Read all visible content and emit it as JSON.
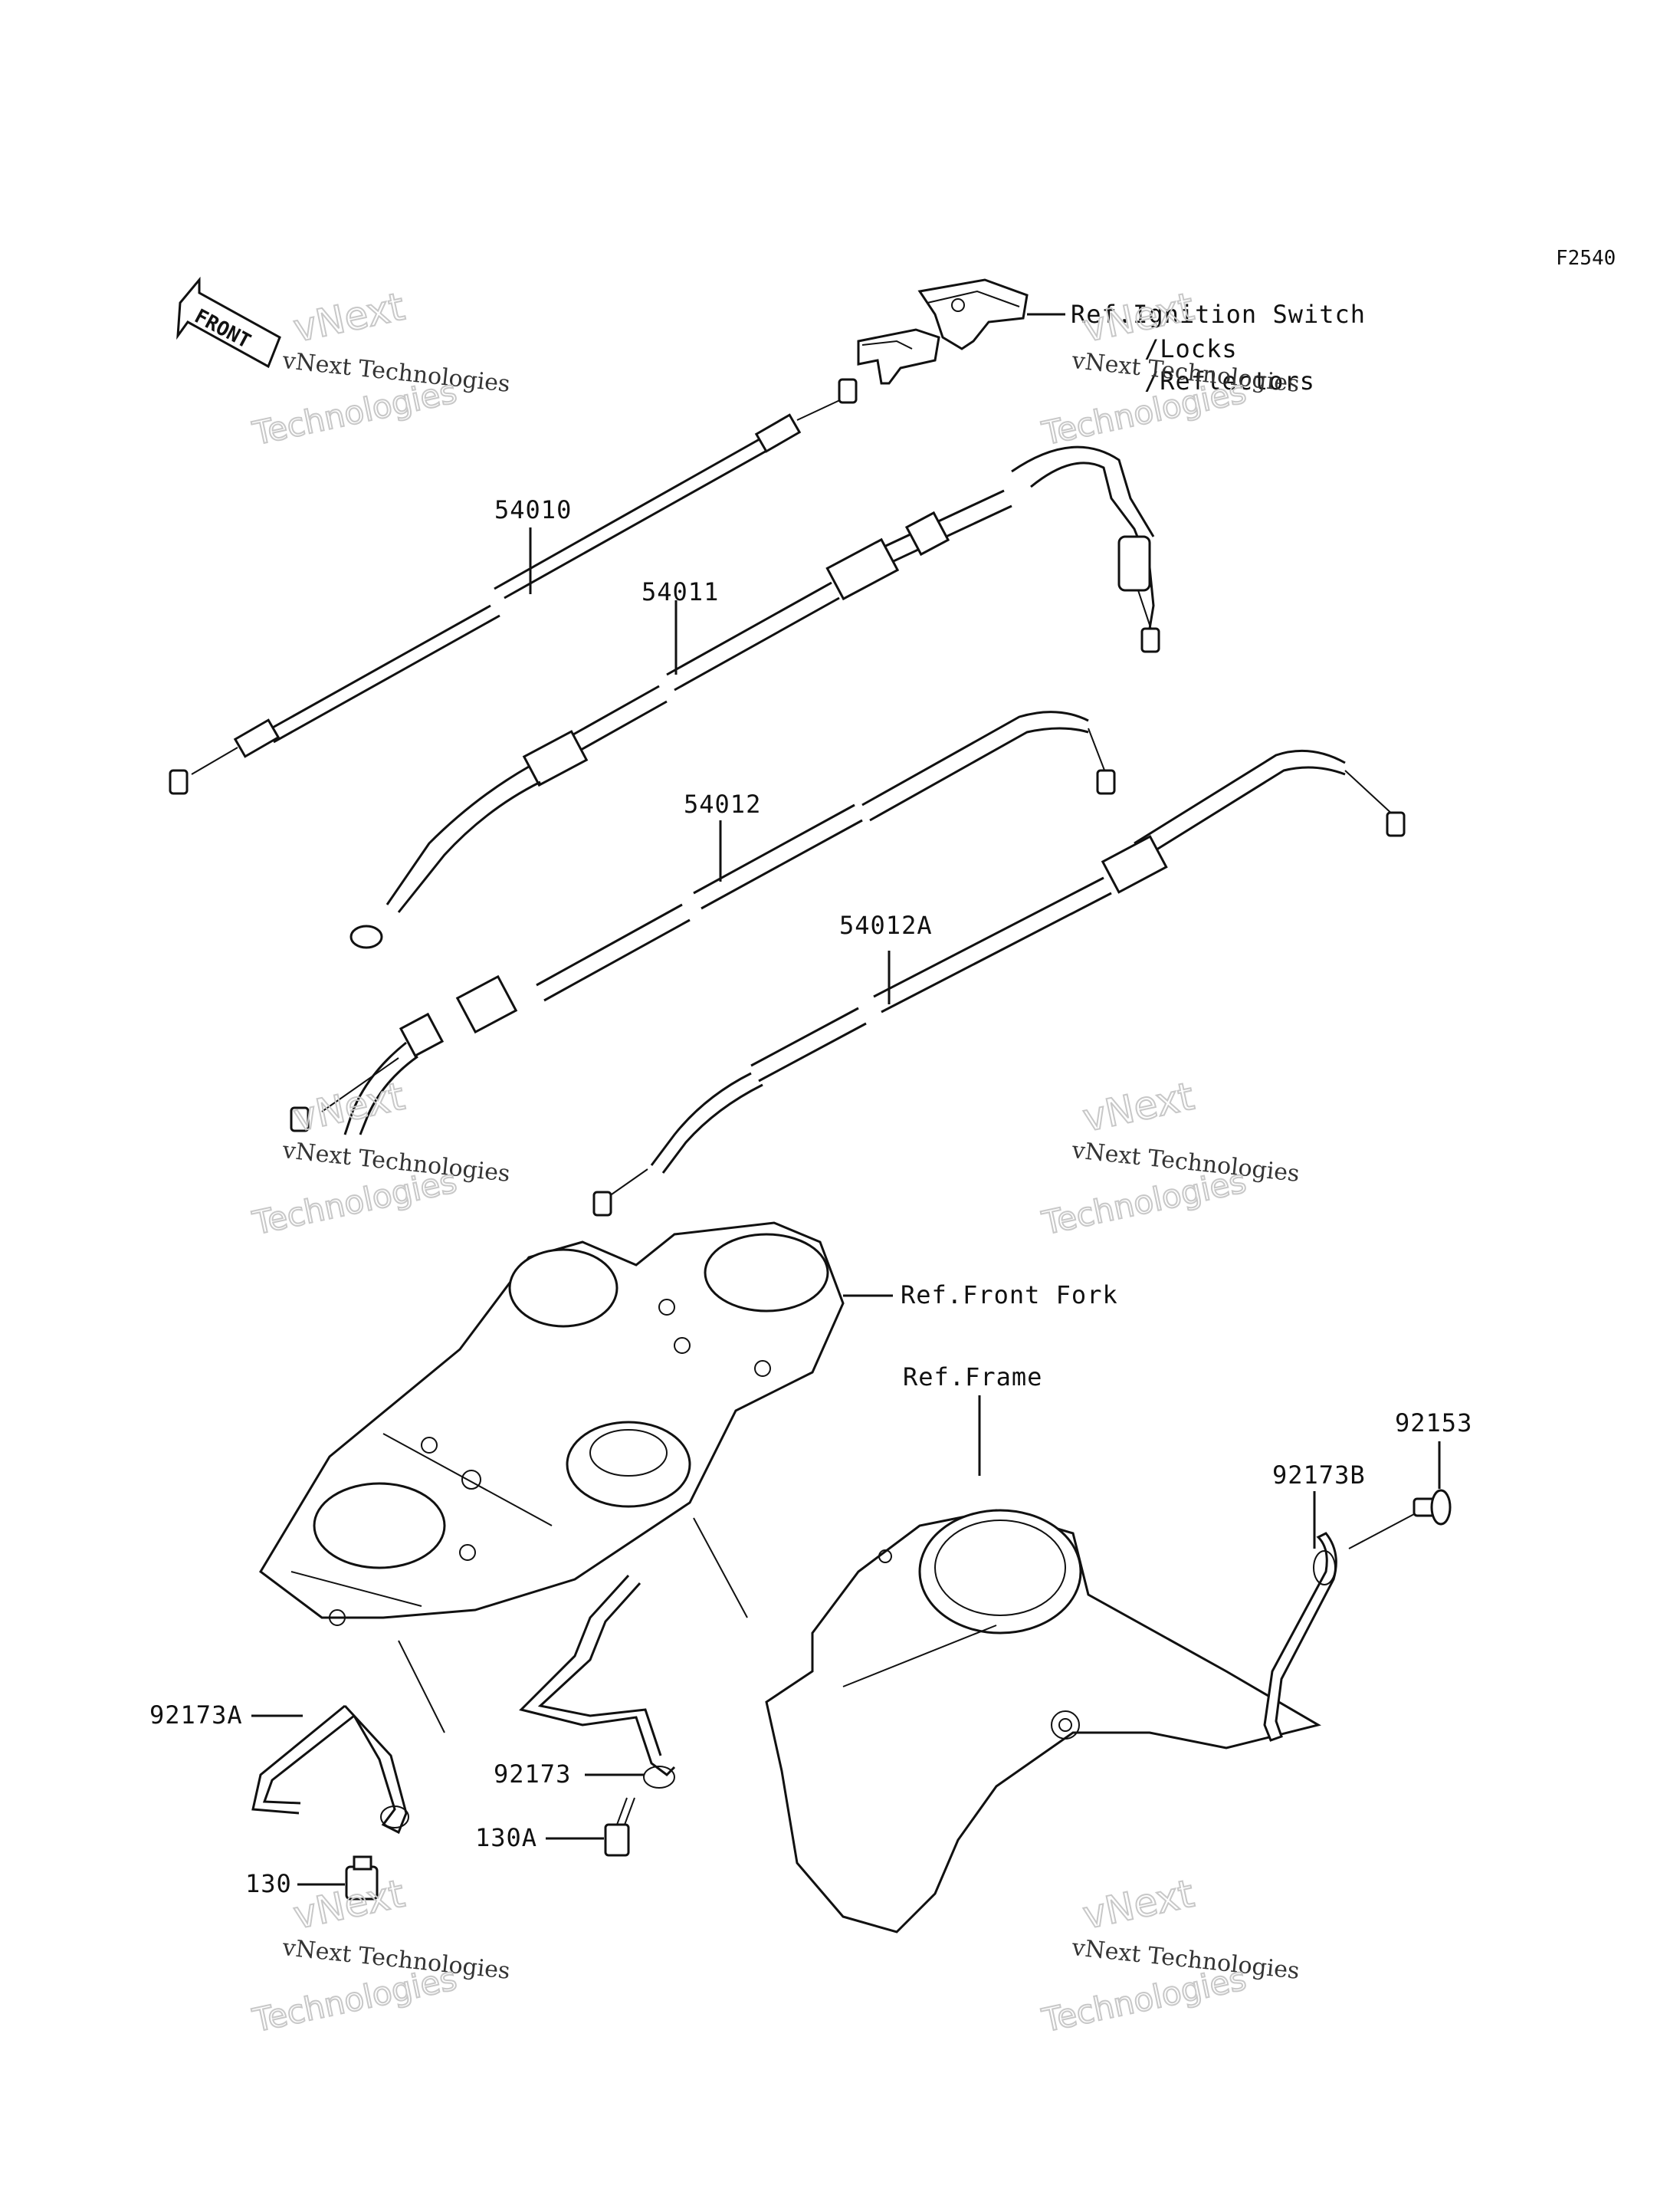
{
  "diagram": {
    "code": "F2540",
    "front_label": "FRONT",
    "refs": {
      "ignition_line1": "Ref.Ignition Switch",
      "ignition_line2": "/Locks",
      "ignition_line3": "/Reflectors",
      "front_fork": "Ref.Front Fork",
      "frame": "Ref.Frame"
    },
    "parts": {
      "p54010": "54010",
      "p54011": "54011",
      "p54012": "54012",
      "p54012A": "54012A",
      "p92153": "92153",
      "p92173B": "92173B",
      "p92173A": "92173A",
      "p92173": "92173",
      "p130A": "130A",
      "p130": "130"
    },
    "watermark": {
      "line1": "vNext Technologies",
      "line2": "vNext",
      "line3": "Technologies"
    }
  }
}
